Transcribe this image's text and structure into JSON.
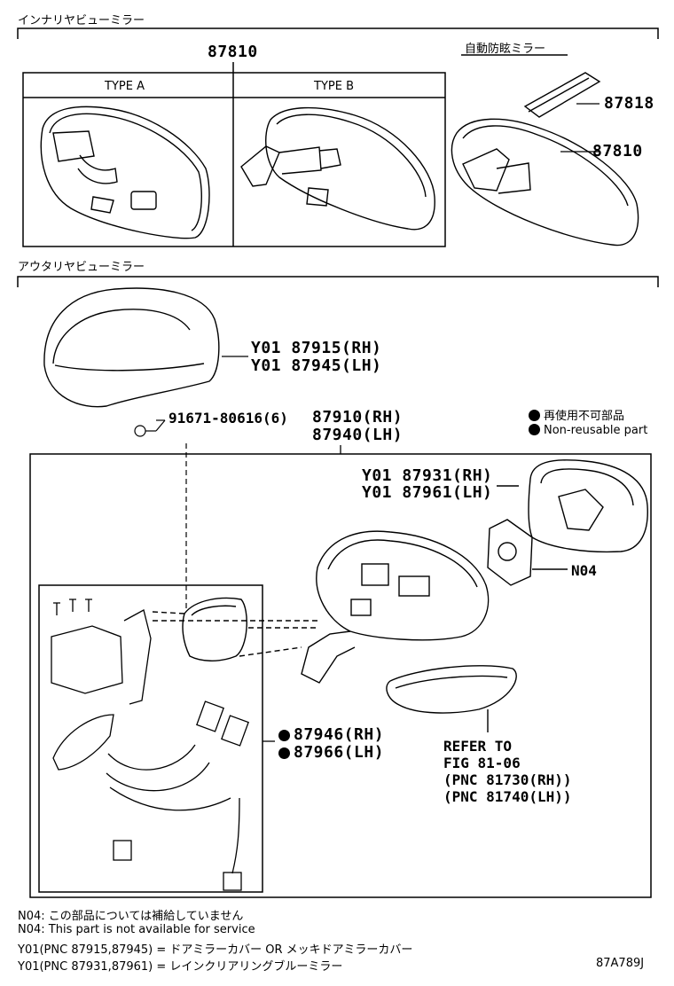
{
  "inner_section": {
    "title": "インナリヤビューミラー",
    "main_part": "87810",
    "type_a": "TYPE A",
    "type_b": "TYPE B",
    "auto_dimming_label": "自動防眩ミラー",
    "auto_part_1": "87818",
    "auto_part_2": "87810"
  },
  "outer_section": {
    "title": "アウタリヤビューミラー",
    "cover_rh": "Y01 87915(RH)",
    "cover_lh": "Y01 87945(LH)",
    "screw": "91671-80616(6)",
    "assy_rh": "87910(RH)",
    "assy_lh": "87940(LH)",
    "legend_jp": "再使用不可部品",
    "legend_en": "Non-reusable part",
    "glass_rh": "Y01 87931(RH)",
    "glass_lh": "Y01 87961(LH)",
    "actuator": "N04",
    "harness_rh": "87946(RH)",
    "harness_lh": "87966(LH)",
    "refer_1": "REFER TO",
    "refer_2": "FIG 81-06",
    "refer_3": "(PNC 81730(RH))",
    "refer_4": "(PNC 81740(LH))"
  },
  "notes": {
    "n1": "N04: この部品については補給していません",
    "n2": "N04: This part is not available for service",
    "n3": "Y01(PNC 87915,87945) = ドアミラーカバー OR メッキドアミラーカバー",
    "n4": "Y01(PNC 87931,87961) = レインクリアリングブルーミラー"
  },
  "figure_code": "87A789J"
}
